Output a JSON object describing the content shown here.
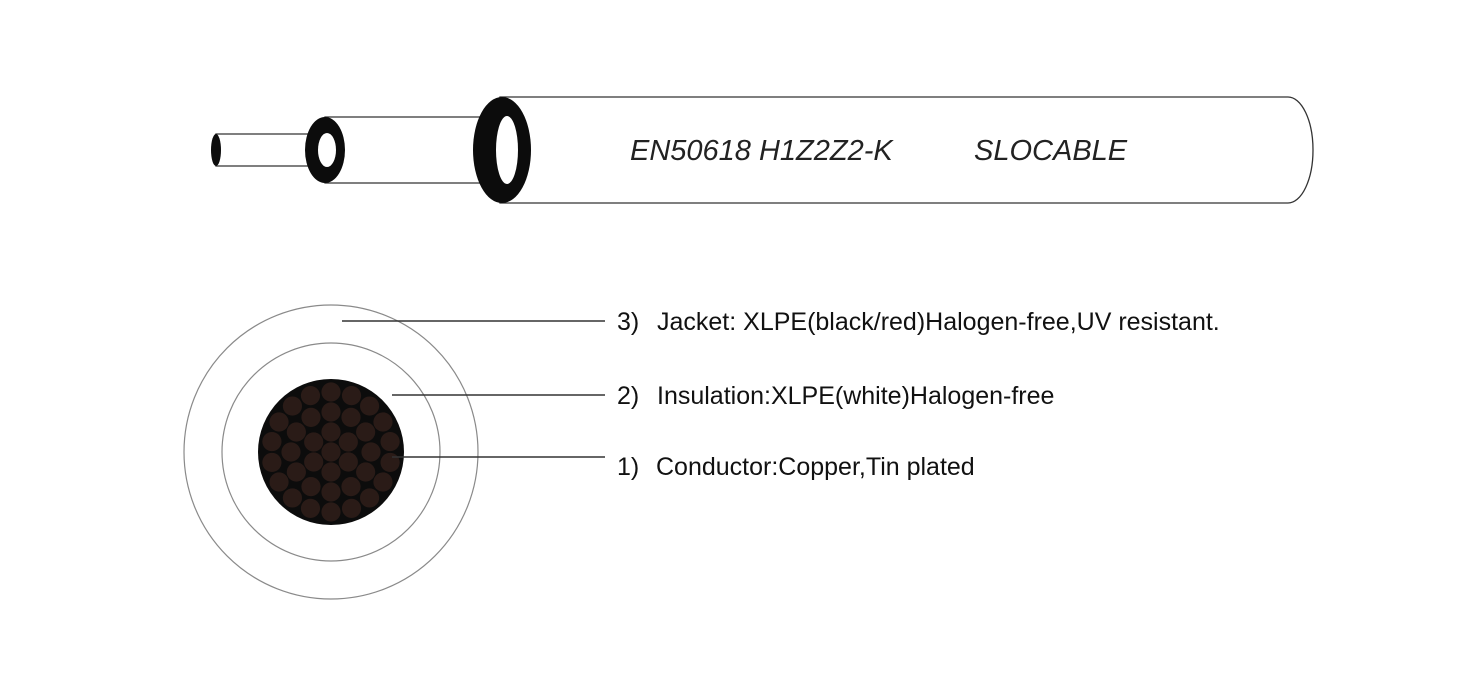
{
  "colors": {
    "line": "#333333",
    "ring": "#8a8a8a",
    "layer_fill": "#ffffff",
    "core_fill": "#0c0c0c",
    "strand_fill": "#2a1b17",
    "text": "#111111"
  },
  "cable": {
    "print_code": "EN50618 H1Z2Z2-K",
    "print_brand": "SLOCABLE"
  },
  "cross_section": {
    "strand_count": 37,
    "callouts": [
      {
        "id": "jacket",
        "number": "3)",
        "text": "Jacket: XLPE(black/red)Halogen-free,UV resistant."
      },
      {
        "id": "insulation",
        "number": "2)",
        "text": "Insulation:XLPE(white)Halogen-free"
      },
      {
        "id": "conductor",
        "number": "1)",
        "text": "Conductor:Copper,Tin plated"
      }
    ]
  }
}
